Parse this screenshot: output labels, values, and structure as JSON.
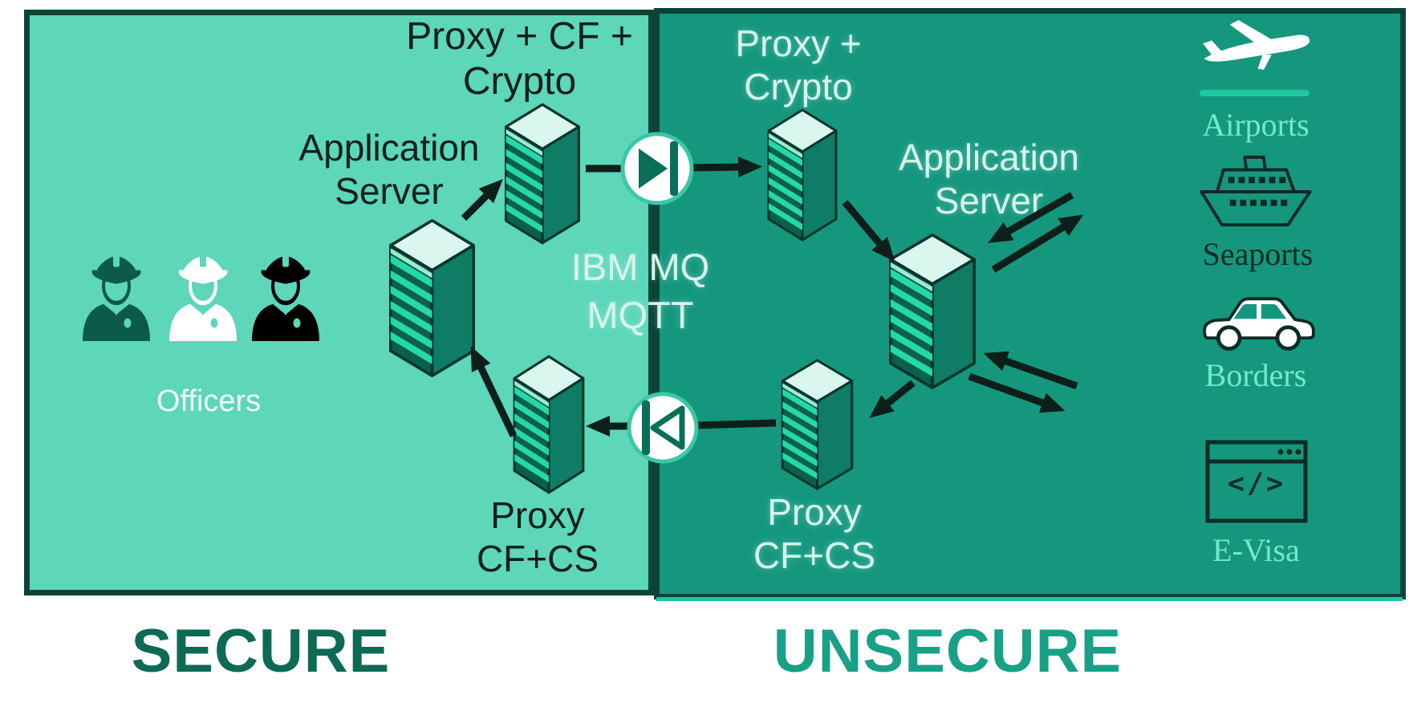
{
  "secure_zone": {
    "title": "SECURE",
    "officers_label": "Officers",
    "proxy_crypto_label": [
      "Proxy + CF +",
      "Crypto"
    ],
    "app_server_label": [
      "Application",
      "Server"
    ],
    "proxy_cfcs_label": [
      "Proxy",
      "CF+CS"
    ]
  },
  "channel": {
    "protocol_labels": [
      "IBM MQ",
      "MQTT"
    ]
  },
  "unsecure_zone": {
    "title": "UNSECURE",
    "proxy_crypto_label": [
      "Proxy +",
      "Crypto"
    ],
    "app_server_label": [
      "Application",
      "Server"
    ],
    "proxy_cfcs_label": [
      "Proxy",
      "CF+CS"
    ],
    "services": [
      {
        "label": "Airports",
        "icon": "airplane-icon"
      },
      {
        "label": "Seaports",
        "icon": "ship-icon"
      },
      {
        "label": "Borders",
        "icon": "car-icon"
      },
      {
        "label": "E-Visa",
        "icon": "browser-code-icon",
        "icon_text": "</>"
      }
    ]
  },
  "icons": {
    "officers": [
      "officer-dark-icon",
      "officer-white-icon",
      "officer-black-icon"
    ],
    "valves": [
      "data-diode-right-icon",
      "data-diode-left-icon"
    ]
  },
  "colors": {
    "secure_bg": "#5dd6ba",
    "unsecure_bg": "#15977e",
    "border": "#0a4437",
    "secure_title": "#0d6a54",
    "unsecure_title": "#18a186",
    "dark_text": "#0d1f19",
    "light_text": "#d7f6ec",
    "service_label": "#74e9cb",
    "seaports_label": "#0b2b24",
    "arrow": "#0d1f19",
    "valve_symbol": "#0a6e59",
    "accent_line": "#1ec9a0",
    "server_top": "#d9f7ee",
    "server_front": "#0a5f4d",
    "server_stripe": "#25d8a8",
    "server_side": "#0f7c66",
    "officer_colors": "#0c5b4a,#ffffff,#000000"
  }
}
